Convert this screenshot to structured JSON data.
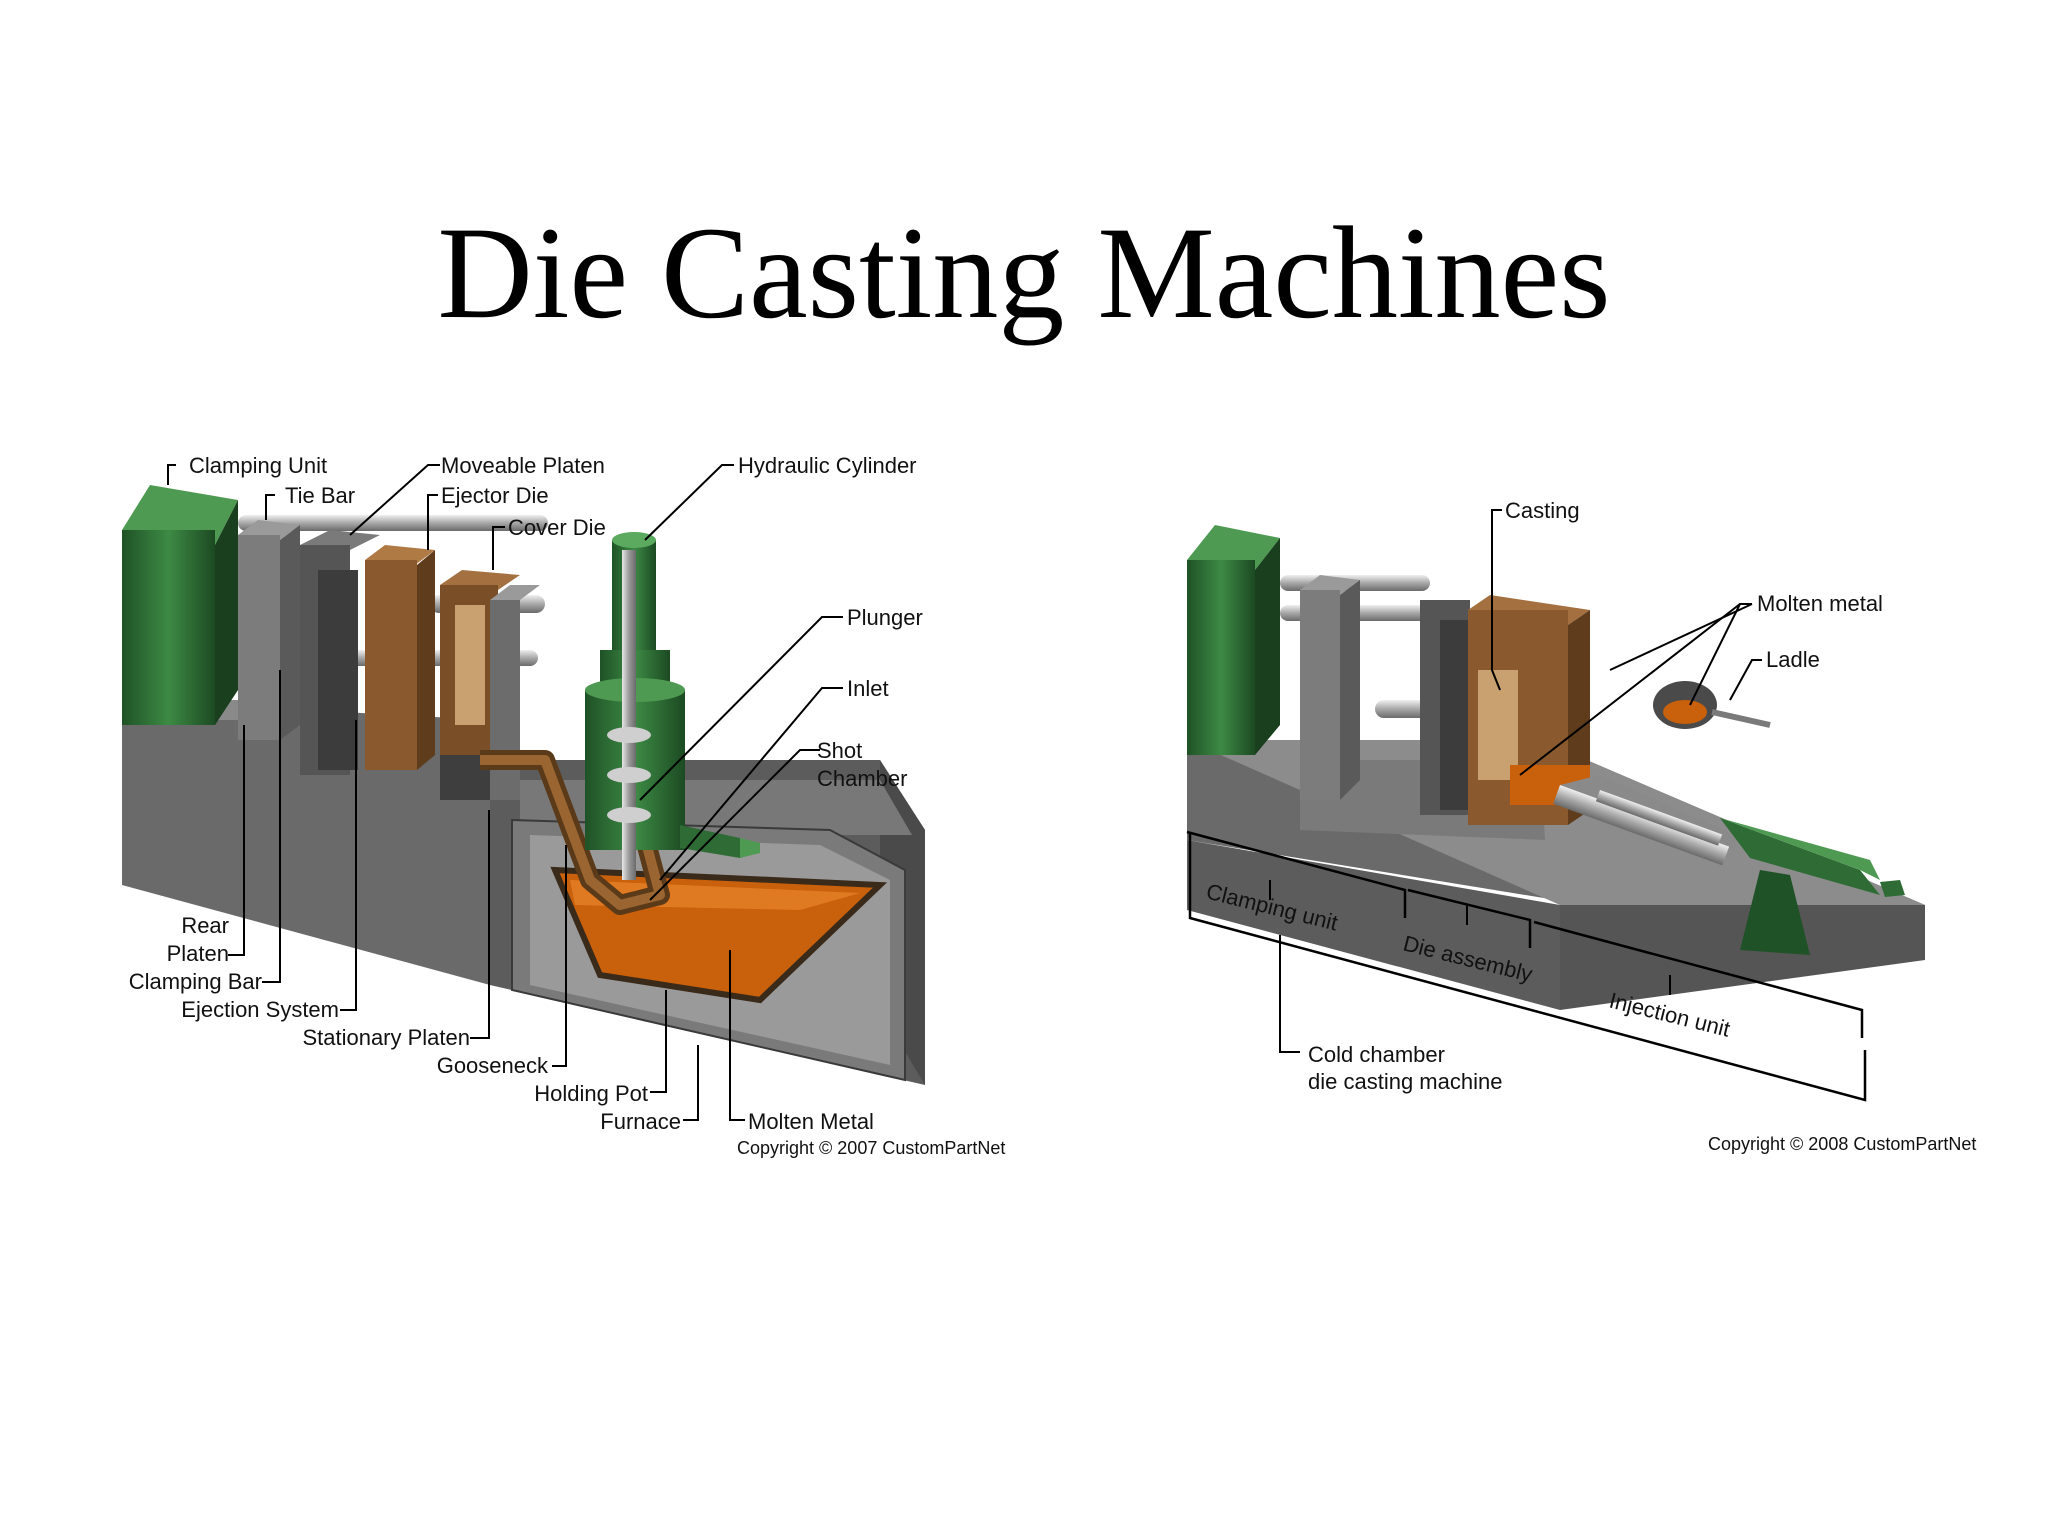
{
  "title": "Die Casting Machines",
  "hot_chamber": {
    "labels": {
      "clamping_unit": "Clamping Unit",
      "tie_bar": "Tie Bar",
      "moveable_platen": "Moveable Platen",
      "ejector_die": "Ejector Die",
      "cover_die": "Cover Die",
      "hydraulic_cylinder": "Hydraulic Cylinder",
      "plunger": "Plunger",
      "inlet": "Inlet",
      "shot_chamber_1": "Shot",
      "shot_chamber_2": "Chamber",
      "rear_platen_1": "Rear",
      "rear_platen_2": "Platen",
      "clamping_bar": "Clamping Bar",
      "ejection_system": "Ejection System",
      "stationary_platen": "Stationary Platen",
      "gooseneck": "Gooseneck",
      "holding_pot": "Holding Pot",
      "furnace": "Furnace",
      "molten_metal": "Molten Metal"
    },
    "copyright": "Copyright © 2007 CustomPartNet"
  },
  "cold_chamber": {
    "labels": {
      "casting": "Casting",
      "molten_metal": "Molten metal",
      "ladle": "Ladle",
      "clamping_unit": "Clamping unit",
      "die_assembly": "Die assembly",
      "injection_unit": "Injection unit",
      "machine_1": "Cold chamber",
      "machine_2": "die casting machine"
    },
    "copyright": "Copyright © 2008 CustomPartNet"
  },
  "colors": {
    "green": "#2e6b35",
    "orange": "#c8600c",
    "brown": "#8a5a2e",
    "gray": "#6f6f6f"
  }
}
